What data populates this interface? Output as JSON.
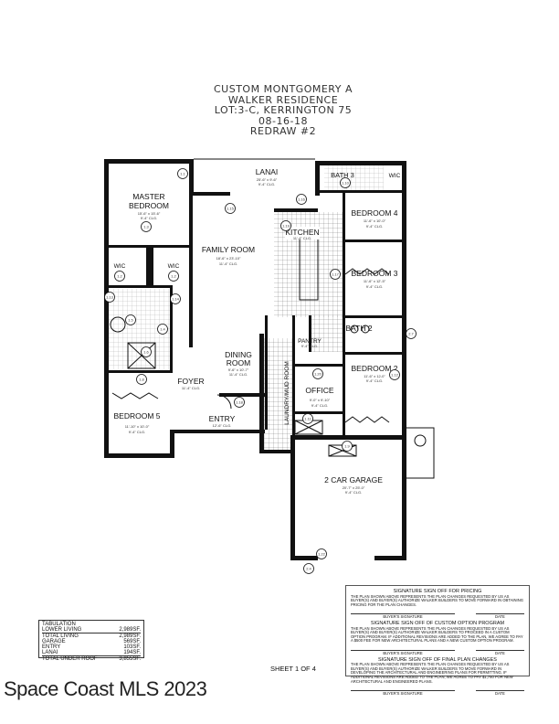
{
  "title": {
    "lines": [
      "CUSTOM MONTGOMERY A",
      "WALKER RESIDENCE",
      "LOT:3-C, KERRINGTON 75",
      "08-16-18",
      "REDRAW #2"
    ]
  },
  "rooms": {
    "lanai": {
      "name": "LANAI",
      "dims": "25'-6\" x 9'-6\"",
      "clg": "9'-4\" CLG."
    },
    "master": {
      "name1": "MASTER",
      "name2": "BEDROOM",
      "dims": "15'-6\" x 15'-6\"",
      "clg": "9'-4\" CLG."
    },
    "family": {
      "name": "FAMILY ROOM",
      "dims": "18'-6\" x 23'-10\"",
      "clg": "11'-4\" CLG."
    },
    "kitchen": {
      "name": "KITCHEN",
      "clg": "11'-4\" CLG."
    },
    "bath3": {
      "name": "BATH 3"
    },
    "wic_r": {
      "name": "WIC"
    },
    "bedroom4": {
      "name": "BEDROOM 4",
      "dims": "11'-6\" x 10'-0\"",
      "clg": "9'-4\" CLG."
    },
    "bedroom3": {
      "name": "BEDROOM 3",
      "dims": "11'-6\" x 12'-5\"",
      "clg": "9'-4\" CLG."
    },
    "wic1": {
      "name": "WIC"
    },
    "wic2": {
      "name": "WIC"
    },
    "pantry": {
      "name": "PANTRY",
      "clg": "9'-4\" CLG."
    },
    "bath2": {
      "name": "BATH 2"
    },
    "bedroom2": {
      "name": "BEDROOM 2",
      "dims": "11'-6\" x 12-0\"",
      "clg": "9'-4\" CLG."
    },
    "dining": {
      "name1": "DINING",
      "name2": "ROOM",
      "dims": "9'-6\" x 10'-7\"",
      "clg": "11'-4\" CLG."
    },
    "foyer": {
      "name": "FOYER",
      "clg": "11'-4\" CLG."
    },
    "laundry": {
      "name": "LAUNDRY/MUD ROOM"
    },
    "office": {
      "name": "OFFICE",
      "dims": "9'-0\" x 9'-10\"",
      "clg": "9'-4\" CLG."
    },
    "bedroom5": {
      "name": "BEDROOM 5",
      "dims": "11'-10\" x 10'-0\"",
      "clg": "9'-4\" CLG."
    },
    "entry": {
      "name": "ENTRY",
      "clg": "12'-6\" CLG."
    },
    "garage": {
      "name": "2 CAR GARAGE",
      "dims": "20'-7\" x 25'-0\"",
      "clg": "9'-4\" CLG."
    }
  },
  "tags": [
    "1.1",
    "1.15",
    "1.3",
    "1.2",
    "1.2",
    "1.10",
    "1.19",
    "1.16",
    "1.17",
    "1.5",
    "1.4",
    "1.14",
    "1.13",
    "1.6",
    "1.8",
    "1.18",
    "1.12",
    "1.20",
    "1.11",
    "1.9",
    "1.22",
    "2.4",
    "2.7"
  ],
  "tabulation": {
    "header": "TABULATION",
    "rows": [
      {
        "label": "LOWER LIVING",
        "value": "2,989SF."
      },
      {
        "label": "TOTAL LIVING",
        "value": "2,989SF."
      },
      {
        "label": "GARAGE",
        "value": "569SF."
      },
      {
        "label": "ENTRY",
        "value": "103SF."
      },
      {
        "label": "LANAI",
        "value": "194SF."
      },
      {
        "label": "TOTAL UNDER ROOF",
        "value": "3,855SF."
      }
    ]
  },
  "signoff": {
    "sections": [
      {
        "title": "SIGNATURE SIGN OFF FOR PRICING",
        "text": "THE PLAN SHOWN ABOVE REPRESENTS THE PLAN CHANGES REQUESTED BY US AS BUYER(S) AND BUYER(S) AUTHORIZE WALKER BUILDERS TO MOVE FORWARD IN OBTAINING PRICING FOR THE PLAN CHANGES.",
        "buyer": "BUYER'S SIGNATURE",
        "date": "DATE"
      },
      {
        "title": "SIGNATURE SIGN OFF OF CUSTOM OPTION PROGRAM",
        "text": "THE PLAN SHOWN ABOVE REPRESENTS THE PLAN CHANGES REQUESTED BY US AS BUYER(S) AND BUYER(S) AUTHORIZE WALKER BUILDERS TO PROCEED IN A CUSTOM OPTION PROGRAM. IF ADDITIONAL REVISIONS ARE ADDED TO THE PLAN, WE AGREE TO PAY A $500 FEE FOR NEW ARCHITECTURAL PLANS AND A NEW CUSTOM OPTION PROGRAM.",
        "buyer": "BUYER'S SIGNATURE",
        "date": "DATE"
      },
      {
        "title": "SIGNATURE SIGN OFF OF FINAL PLAN CHANGES",
        "text": "THE PLAN SHOWN ABOVE REPRESENTS THE PLAN CHANGES REQUESTED BY US AS BUYER(S) AND BUYER(S) AUTHORIZE WALKER BUILDERS TO MOVE FORWARD IN DEVELOPING THE ARCHITECTURAL AND ENGINEERING PLANS FOR PERMITTING. IF ADDITIONAL REVISIONS ARE ADDED TO THE PLAN, WE AGREE TO PAY $1,750 FOR NEW ARCHITECTURAL AND ENGINEERED PLANS.",
        "buyer": "BUYER'S SIGNATURE",
        "date": "DATE"
      }
    ]
  },
  "sheet": "SHEET 1 OF 4",
  "watermark": "Space Coast MLS 2023"
}
